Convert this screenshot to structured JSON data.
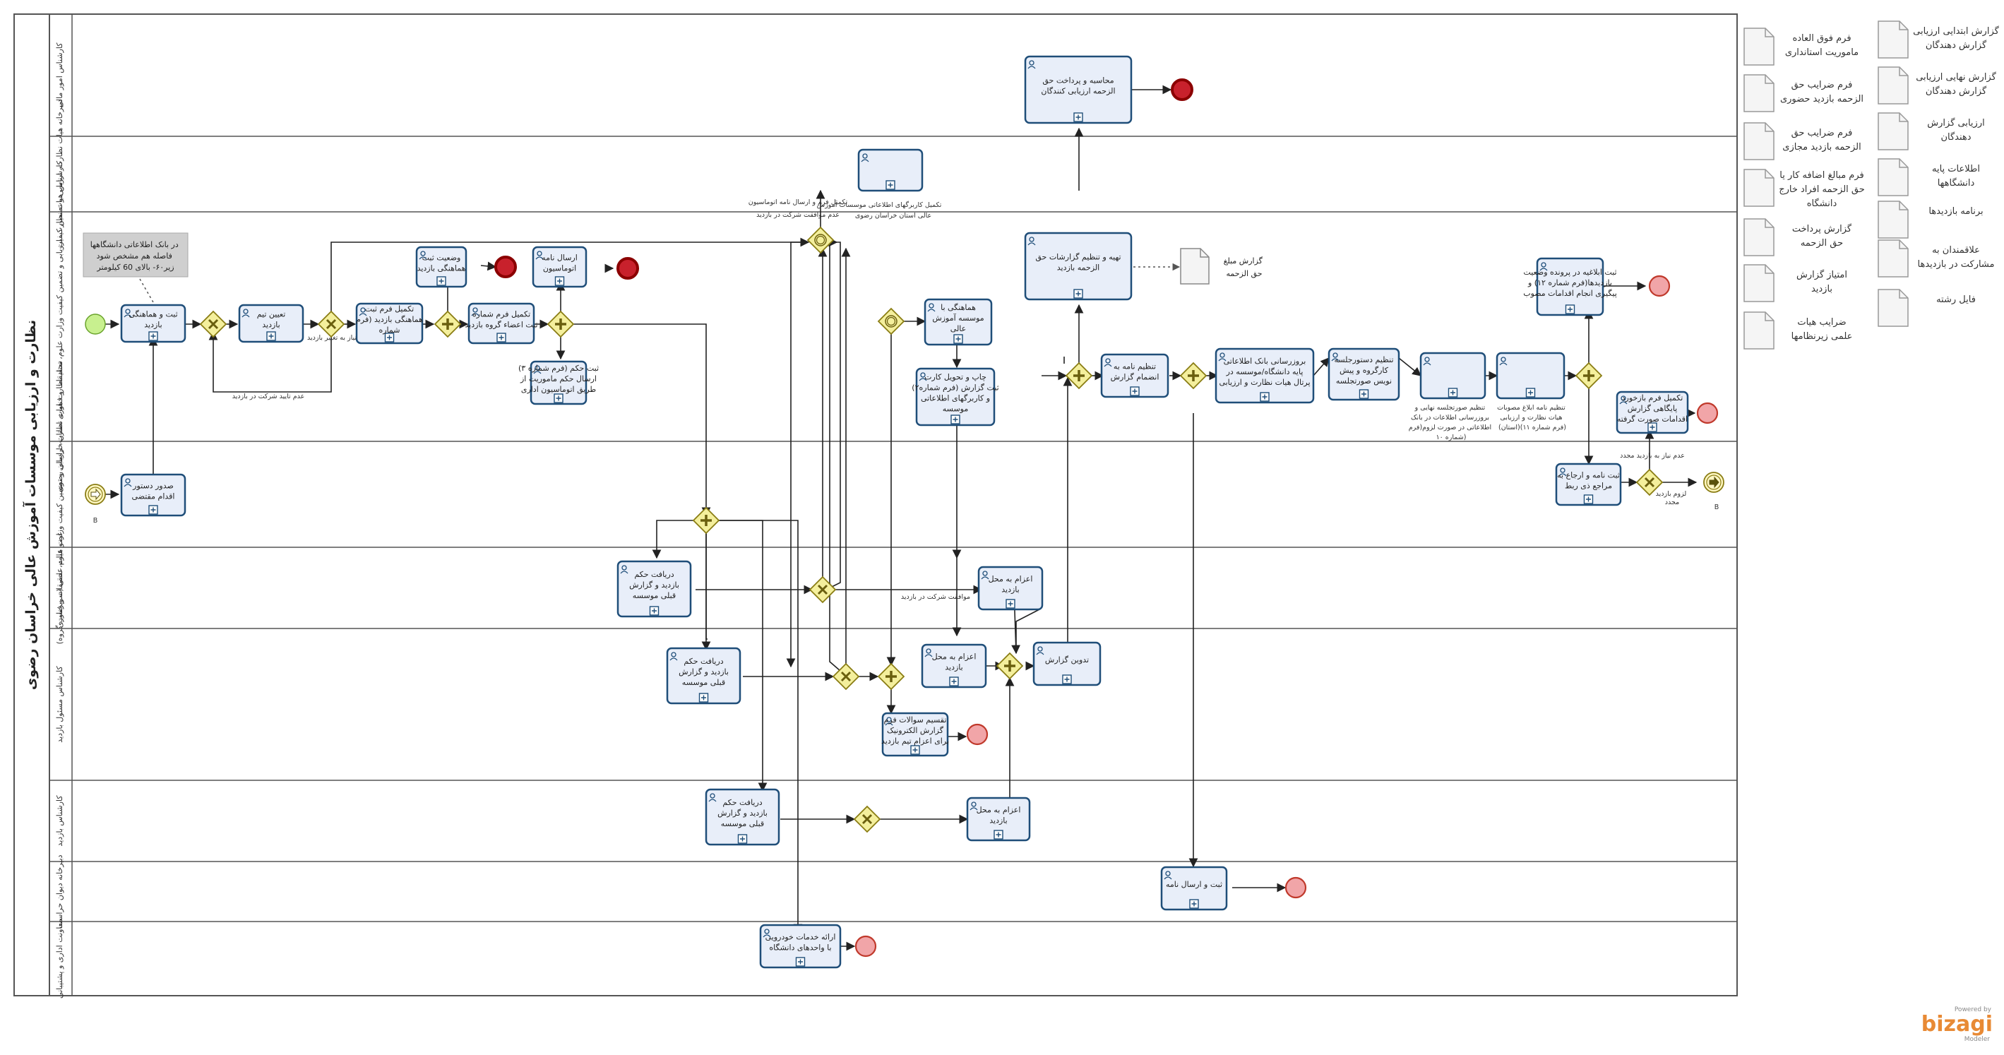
{
  "pool": {
    "title": "نظارت و ارزیابی موسسات آموزش عالی خراسان رضوی"
  },
  "lanes": [
    {
      "label": "کارشناس امور مالی"
    },
    {
      "label": "دبیرخانه هیات نظارت، ارزیابی و تضمین کیفیت"
    },
    {
      "label": "کارشناس هیات نظارت، ارزیابی و تضمین کیفیت وزارت علوم، تحقیقات و فناوری استان خراسان رضوی"
    },
    {
      "label": "ستاد نظارت هیات نظارت، ارزیابی و تضمین کیفیت وزارت علوم، تحقیقات و فناوری"
    },
    {
      "label": "عضو هیات علمی (سرپرست گروه)"
    },
    {
      "label": "کارشناس مسئول بازدید"
    },
    {
      "label": "کارشناس بازدید"
    },
    {
      "label": "دبیرخانه دیوان حراست"
    },
    {
      "label": "معاونت اداری و پشتیبانی"
    }
  ],
  "tasks": [
    {
      "text": [
        "محاسبه و پرداخت حق",
        "الزحمه ارزیابی کنندگان"
      ]
    },
    {
      "text": []
    },
    {
      "text": [
        "ثبت و هماهنگی",
        "بازدید"
      ]
    },
    {
      "text": [
        "تعیین تیم",
        "بازدید"
      ]
    },
    {
      "text": [
        "تکمیل فرم ثبت",
        "هماهنگی بازدید (فرم",
        "شماره"
      ]
    },
    {
      "text": [
        "وضعیت ثبت",
        "هماهنگی بازدید"
      ]
    },
    {
      "text": [
        "تکمیل فرم شماره",
        "ثبت اعضاء گروه بازدید"
      ]
    },
    {
      "text": [
        "ارسال نامه",
        "اتوماسیون"
      ]
    },
    {
      "text": [
        "ثبت حکم (فرم شماره ۳)",
        "ارسال حکم ماموریت از",
        "طریق اتوماسیون اداری"
      ]
    },
    {
      "text": [
        "هماهنگی با",
        "موسسه آموزش",
        "عالی"
      ]
    },
    {
      "text": [
        "چاپ و تحویل کارت",
        "ثبت گزارش (فرم شماره۲)",
        "و کاربرگهای اطلاعاتی",
        "موسسه"
      ]
    },
    {
      "text": [
        "تهیه و تنظیم گزارشات حق",
        "الزحمه بازدید"
      ]
    },
    {
      "text": [
        "تنظیم نامه به",
        "انضمام گزارش"
      ]
    },
    {
      "text": [
        "بروزرسانی بانک اطلاعاتی",
        "پایه دانشگاه/موسسه در",
        "پرتال هیات نظارت و ارزیابی"
      ]
    },
    {
      "text": [
        "تنظیم دستورجلسه",
        "کارگروه و پیش",
        "نویس صورتجلسه"
      ]
    },
    {
      "text": []
    },
    {
      "text": []
    },
    {
      "text": [
        "ثبت ابلاغیه در پرونده وضعیت",
        "بازدیدها(فرم شماره ۱۲) و",
        "پیگیری انجام اقدامات مصوب"
      ]
    },
    {
      "text": [
        "تکمیل فرم بازخورد",
        "پایگاهی گزارش",
        "اقدامات صورت گرفته"
      ]
    },
    {
      "text": [
        "صدور دستور",
        "اقدام مقتضی"
      ]
    },
    {
      "text": [
        "ثبت نامه و ارجاع به",
        "مراجع ذی ربط"
      ]
    },
    {
      "text": [
        "دریافت حکم",
        "بازدید و گزارش",
        "قبلی موسسه"
      ]
    },
    {
      "text": [
        "اعزام به محل",
        "بازدید"
      ]
    },
    {
      "text": [
        "دریافت حکم",
        "بازدید و گزارش",
        "قبلی موسسه"
      ]
    },
    {
      "text": [
        "اعزام به محل",
        "بازدید"
      ]
    },
    {
      "text": [
        "تدوین گزارش"
      ]
    },
    {
      "text": [
        "تقسیم سوالات فرم",
        "گزارش الکترونیک",
        "برای اعزام تیم بازدید"
      ]
    },
    {
      "text": [
        "دریافت حکم",
        "بازدید و گزارش",
        "قبلی موسسه"
      ]
    },
    {
      "text": [
        "اعزام به محل",
        "بازدید"
      ]
    },
    {
      "text": [
        "ثبت و ارسال نامه"
      ]
    },
    {
      "text": [
        "ارائه خدمات خودرویی",
        "با واحدهای دانشگاه"
      ]
    }
  ],
  "annotations": [
    {
      "text": [
        "در بانک اطلاعاتی دانشگاهها",
        "فاصله هم مشخص شود",
        "زیر۶۰- بالای 60 کیلومتر"
      ]
    }
  ],
  "flow_labels": [
    {
      "text": "نیاز به تغییر بازدید"
    },
    {
      "text": "عدم تایید شرکت در بازدید"
    },
    {
      "text": "تکمیل کاربرگهای اطلاعاتی موسسات آموزش"
    },
    {
      "text": "عالی استان خراسان رضوی"
    },
    {
      "text": "تکمیل فرم و ارسال نامه اتوماسیون"
    },
    {
      "text": "عدم موافقت شرکت در بازدید"
    },
    {
      "text": "موافقت شرکت در بازدید"
    },
    {
      "text": [
        "تنظیم صورتجلسه نهایی و",
        "بروزرسانی اطلاعات در بانک",
        "اطلاعاتی در صورت لزوم(فرم",
        "شماره ۱۰)"
      ]
    },
    {
      "text": [
        "تنظیم نامه ابلاغ مصوبات",
        "هیات نظارت و ارزیابی",
        "(استان)(فرم شماره ۱۱)"
      ]
    },
    {
      "text": "عدم نیاز به بازدید مجدد"
    },
    {
      "text": [
        "لزوم بازدید",
        "مجدد"
      ]
    },
    {
      "text": "B"
    },
    {
      "text": "B"
    }
  ],
  "doc_report": {
    "text": [
      "گزارش مبلغ",
      "حق الزحمه"
    ]
  },
  "documents": [
    {
      "text": [
        "فرم فوق العاده",
        "ماموریت استانداری"
      ]
    },
    {
      "text": [
        "فرم ضرایب حق",
        "الزحمه بازدید حضوری"
      ]
    },
    {
      "text": [
        "فرم ضرایب حق",
        "الزحمه بازدید مجازی"
      ]
    },
    {
      "text": [
        "فرم مبالغ اضافه کار یا",
        "حق الزحمه افراد خارج",
        "دانشگاه"
      ]
    },
    {
      "text": [
        "گزارش پرداخت",
        "حق الزحمه"
      ]
    },
    {
      "text": [
        "امتیاز گزارش",
        "بازدید"
      ]
    },
    {
      "text": [
        "ضرایب هیات",
        "علمی زیرنظامها"
      ]
    },
    {
      "text": [
        "گزارش ابتدایی ارزیابی",
        "گزارش دهندگان"
      ]
    },
    {
      "text": [
        "گزارش نهایی ارزیابی",
        "گزارش دهندگان"
      ]
    },
    {
      "text": [
        "ارزیابی گزارش",
        "دهندگان"
      ]
    },
    {
      "text": [
        "اطلاعات پایه",
        "دانشگاهها"
      ]
    },
    {
      "text": [
        "برنامه بازدیدها"
      ]
    },
    {
      "text": [
        "علاقمندان به",
        "مشارکت در بازدیدها"
      ]
    },
    {
      "text": [
        "فایل رشته"
      ]
    }
  ],
  "branding": {
    "powered": "Powered by",
    "name": "bizagi",
    "edition": "Modeler"
  },
  "colors": {
    "task_fill": "#e8eef9",
    "task_stroke": "#1f4e79",
    "gateway_fill": "#f4ef9c",
    "gateway_stroke": "#8a7d14",
    "end_fill": "#f1a5a8",
    "end_stroke": "#c0392b",
    "start_fill": "#c8f08f",
    "brand": "#e88a35"
  }
}
